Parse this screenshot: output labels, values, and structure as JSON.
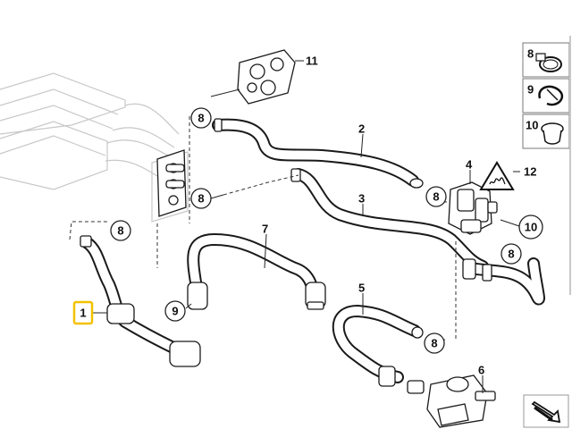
{
  "callouts": {
    "c1": "1",
    "c2": "2",
    "c3": "3",
    "c4": "4",
    "c5": "5",
    "c6": "6",
    "c7": "7",
    "c9": "9",
    "c11": "11",
    "c12": "12",
    "c10": "10",
    "c8a": "8",
    "c8b": "8",
    "c8c": "8",
    "c8d": "8",
    "c8e": "8"
  },
  "legend": {
    "item8": "8",
    "item9": "9",
    "item10": "10"
  },
  "colors": {
    "highlight": "#f2c200",
    "line": "#1a1a1a",
    "ghost": "#c8c8c8"
  },
  "icons": {
    "warning": "hot-surface-warning-icon",
    "next": "next-page-arrow-icon"
  }
}
